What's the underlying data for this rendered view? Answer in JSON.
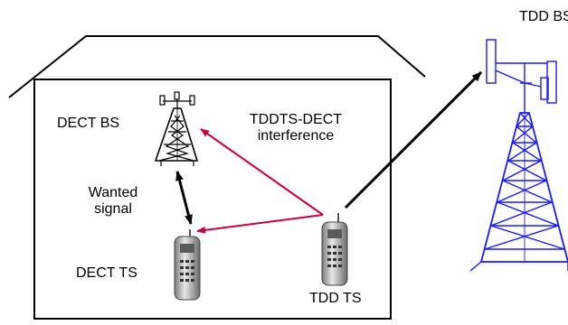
{
  "labels": {
    "tdd_bs": "TDD BS",
    "dect_bs": "DECT BS",
    "interference_line1": "TDDTS-DECT",
    "interference_line2": "interference",
    "wanted_line1": "Wanted",
    "wanted_line2": "signal",
    "dect_ts": "DECT TS",
    "tdd_ts": "TDD TS"
  },
  "colors": {
    "interference_arrow": "#c8003c",
    "tdd_tower": "#1a1aff",
    "lines": "#000000"
  }
}
